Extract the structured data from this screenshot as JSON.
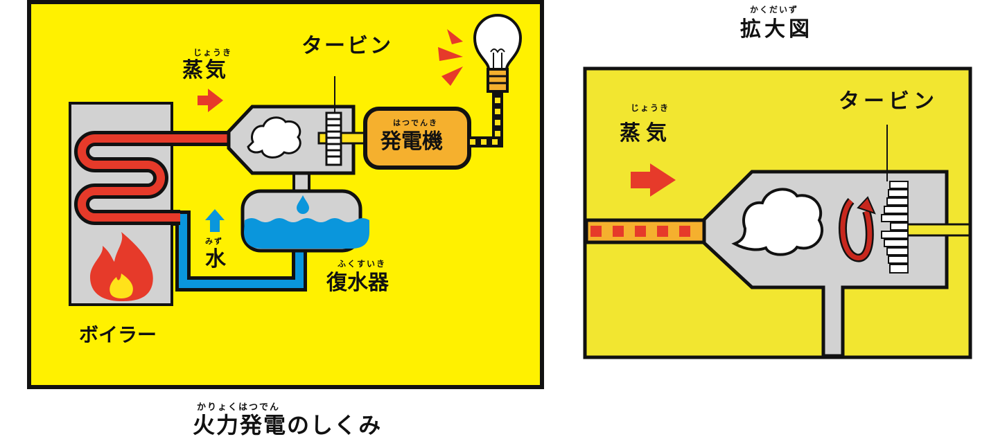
{
  "title": {
    "ruby": "かりょくはつでん",
    "text": "火力発電のしくみ"
  },
  "main_diagram": {
    "steam": {
      "ruby": "じょうき",
      "text": "蒸気"
    },
    "turbine": {
      "text": "タービン"
    },
    "generator": {
      "ruby": "はつでんき",
      "text": "発電機"
    },
    "water": {
      "ruby": "みず",
      "text": "水"
    },
    "condenser": {
      "ruby": "ふくすいき",
      "text": "復水器"
    },
    "boiler": {
      "text": "ボイラー"
    }
  },
  "zoom_diagram": {
    "title": {
      "ruby": "かくだいず",
      "text": "拡大図"
    },
    "steam": {
      "ruby": "じょうき",
      "text": "蒸気"
    },
    "turbine": {
      "text": "タービン"
    }
  },
  "colors": {
    "yellow": "#FFF100",
    "zoom_yellow": "#F2E630",
    "red": "#E63A2A",
    "blue": "#0A96DC",
    "grey": "#D2D2D2",
    "orange": "#F5B02E"
  }
}
